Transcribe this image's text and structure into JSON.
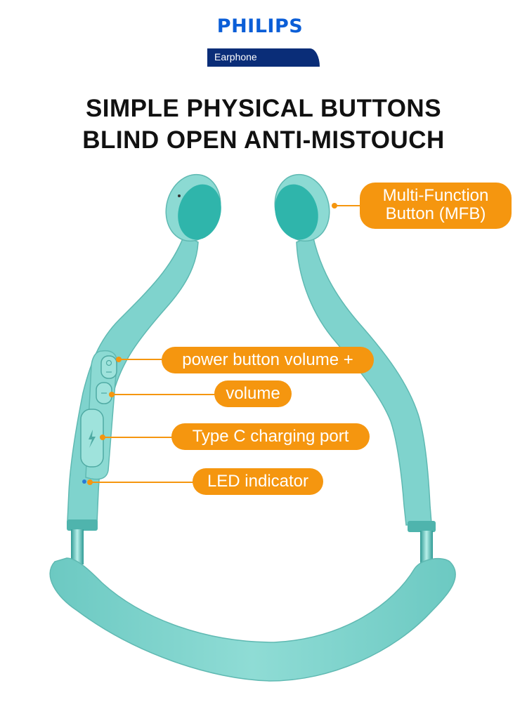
{
  "brand": {
    "name": "PHILIPS",
    "subtitle": "Earphone",
    "brand_color": "#0b5ed7",
    "bar_color": "#0a2d78"
  },
  "headline": {
    "line1": "SIMPLE PHYSICAL BUTTONS",
    "line2": "BLIND OPEN ANTI-MISTOUCH"
  },
  "callouts": {
    "mfb_line1": "Multi-Function",
    "mfb_line2": "Button (MFB)",
    "power_volume_plus": "power button volume +",
    "volume_minus": "volume",
    "type_c": "Type C charging port",
    "led": "LED indicator"
  },
  "colors": {
    "accent": "#f5960f",
    "product": "#7fd3cd"
  }
}
